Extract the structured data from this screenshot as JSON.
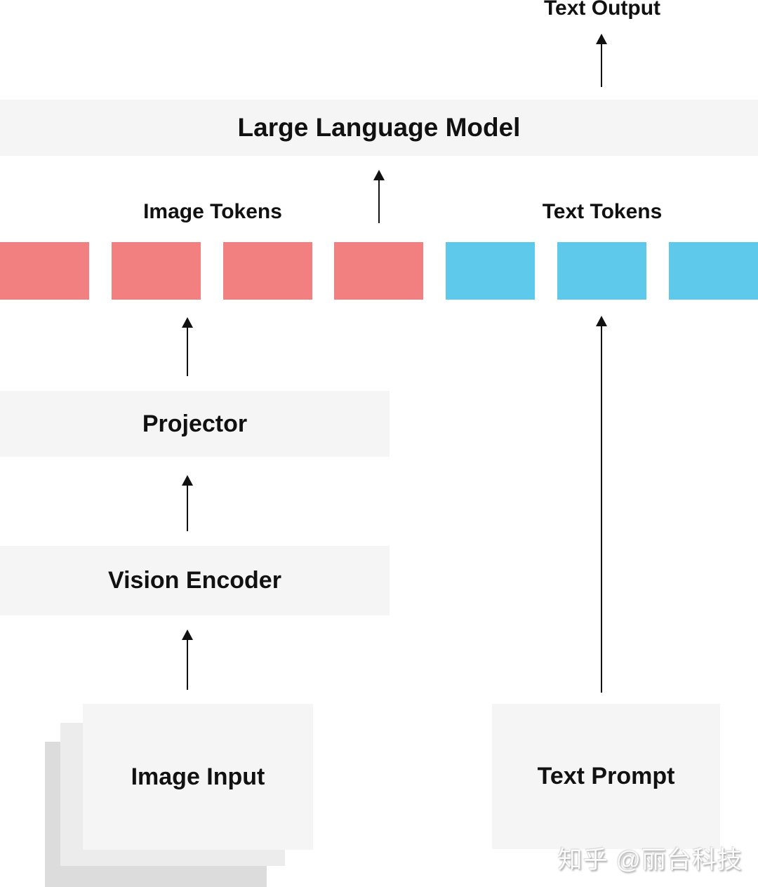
{
  "labels": {
    "text_output": "Text Output",
    "llm": "Large Language Model",
    "image_tokens": "Image Tokens",
    "text_tokens": "Text Tokens",
    "projector": "Projector",
    "vision_encoder": "Vision Encoder",
    "image_input": "Image Input",
    "text_prompt": "Text Prompt",
    "watermark": "知乎 @丽台科技"
  },
  "tokens": {
    "image_count": 4,
    "text_count": 3
  },
  "colors": {
    "image_token": "#F28080",
    "text_token": "#5FC9EC",
    "panel": "#F5F5F6",
    "stack_mid": "#ECECEC",
    "stack_back": "#DCDCDC",
    "arrow": "#111111",
    "text": "#111111"
  }
}
